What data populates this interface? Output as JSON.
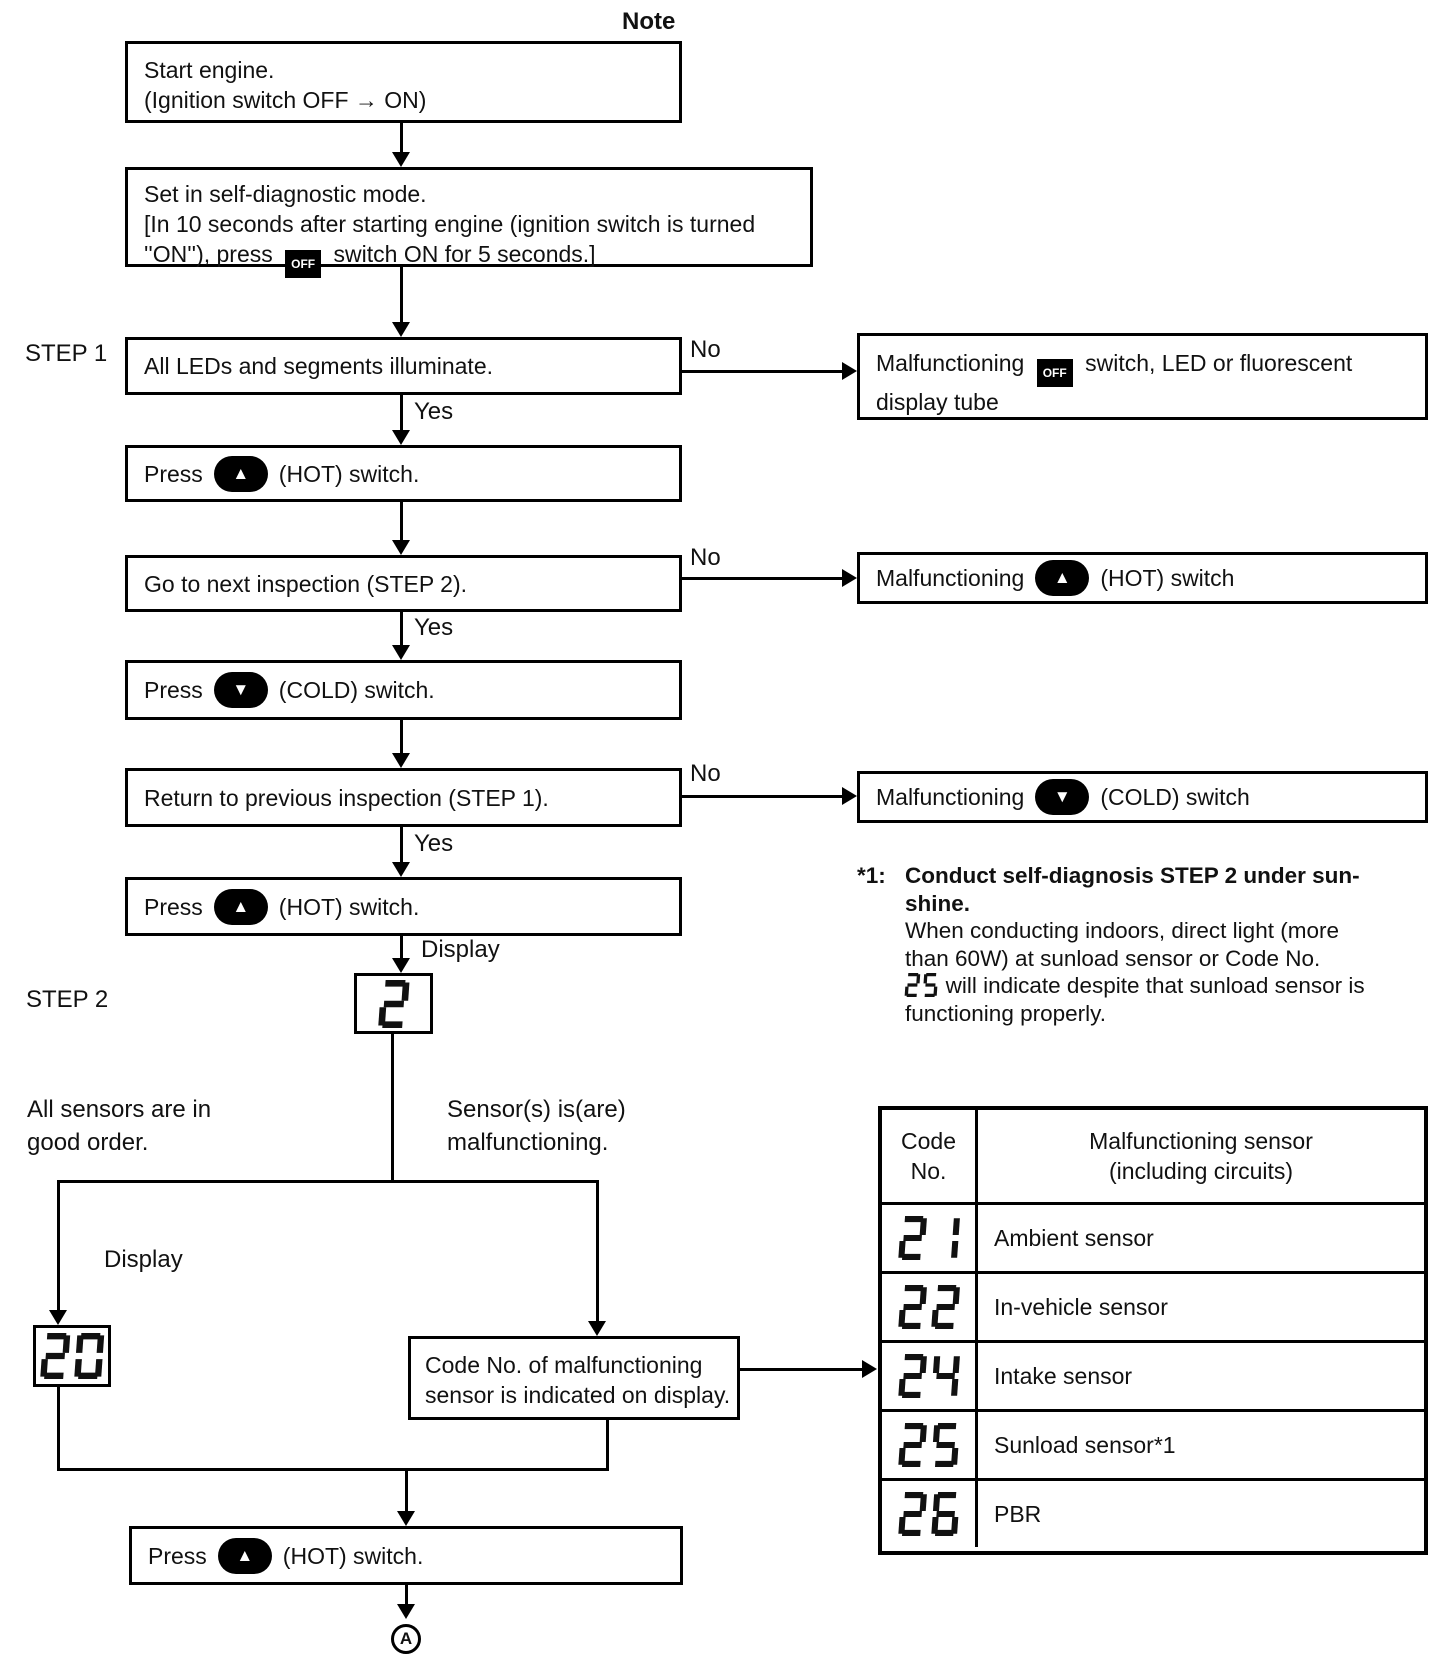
{
  "colors": {
    "ink": "#111111",
    "paper": "#ffffff"
  },
  "labels": {
    "note": "Note",
    "step1": "STEP 1",
    "step2": "STEP 2",
    "yes1": "Yes",
    "yes2": "Yes",
    "yes3": "Yes",
    "no1": "No",
    "no2": "No",
    "no3": "No",
    "display_top": "Display",
    "display_bottom": "Display",
    "connector_a": "A"
  },
  "icons": {
    "hot_triangle": "▲",
    "cold_triangle": "▼",
    "off_badge": "OFF"
  },
  "boxes": {
    "start": {
      "line1": "Start engine.",
      "line2": "(Ignition switch OFF → ON)"
    },
    "selfdiag": {
      "line1": "Set in self-diagnostic mode.",
      "line2": "[In 10 seconds after starting engine (ignition switch is turned",
      "line3_pre": "''ON''), press",
      "line3_post": "switch ON for 5 seconds.]"
    },
    "leds": {
      "text": "All LEDs and segments illuminate."
    },
    "press_hot_1": {
      "pre": "Press",
      "post": "(HOT) switch."
    },
    "goto_next": {
      "text": "Go to next inspection (STEP 2)."
    },
    "press_cold": {
      "pre": "Press",
      "post": "(COLD) switch."
    },
    "return_prev": {
      "text": "Return to previous inspection (STEP 1)."
    },
    "press_hot_2": {
      "pre": "Press",
      "post": "(HOT) switch."
    },
    "malf_off": {
      "pre": "Malfunctioning",
      "post": "switch, LED or fluorescent",
      "line2": "display tube"
    },
    "malf_hot": {
      "pre": "Malfunctioning",
      "post": "(HOT) switch"
    },
    "malf_cold": {
      "pre": "Malfunctioning",
      "post": "(COLD) switch"
    },
    "code_no": {
      "line1": "Code No. of malfunctioning",
      "line2": "sensor is indicated on display."
    },
    "press_hot_3": {
      "pre": "Press",
      "post": "(HOT) switch."
    }
  },
  "displays": {
    "step2_value": "2",
    "all_ok_value": "20"
  },
  "branch": {
    "all_ok_line1": "All sensors are in",
    "all_ok_line2": "good order.",
    "malf_line1": "Sensor(s) is(are)",
    "malf_line2": "malfunctioning."
  },
  "note1": {
    "prefix": "*1:",
    "bold1": "Conduct self-diagnosis STEP 2 under sun-",
    "bold2": "shine.",
    "line3": "When conducting indoors, direct light (more",
    "line4": "than 60W) at sunload sensor or Code No.",
    "line5_digits": "25",
    "line5": "will indicate despite that sunload sensor is",
    "line6": "functioning properly."
  },
  "table": {
    "header_col1_line1": "Code",
    "header_col1_line2": "No.",
    "header_col2_line1": "Malfunctioning sensor",
    "header_col2_line2": "(including circuits)",
    "rows": [
      {
        "code": "21",
        "label": "Ambient sensor"
      },
      {
        "code": "22",
        "label": "In-vehicle sensor"
      },
      {
        "code": "24",
        "label": "Intake sensor"
      },
      {
        "code": "25",
        "label": "Sunload sensor*1"
      },
      {
        "code": "26",
        "label": "PBR"
      }
    ]
  }
}
